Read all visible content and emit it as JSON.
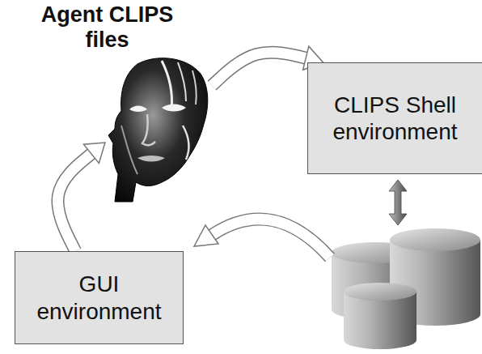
{
  "diagram": {
    "nodes": [
      {
        "text": [
          "Agent CLIPS files"
        ]
      },
      {
        "text": [
          "CLIPS Shell environment"
        ]
      },
      {
        "text": [
          "GUI environment"
        ]
      }
    ],
    "edges": [
      {
        "from": 0,
        "to": 1,
        "arrow": "to"
      },
      {
        "from": 2,
        "to": 0,
        "arrow": "to"
      }
    ]
  }
}
